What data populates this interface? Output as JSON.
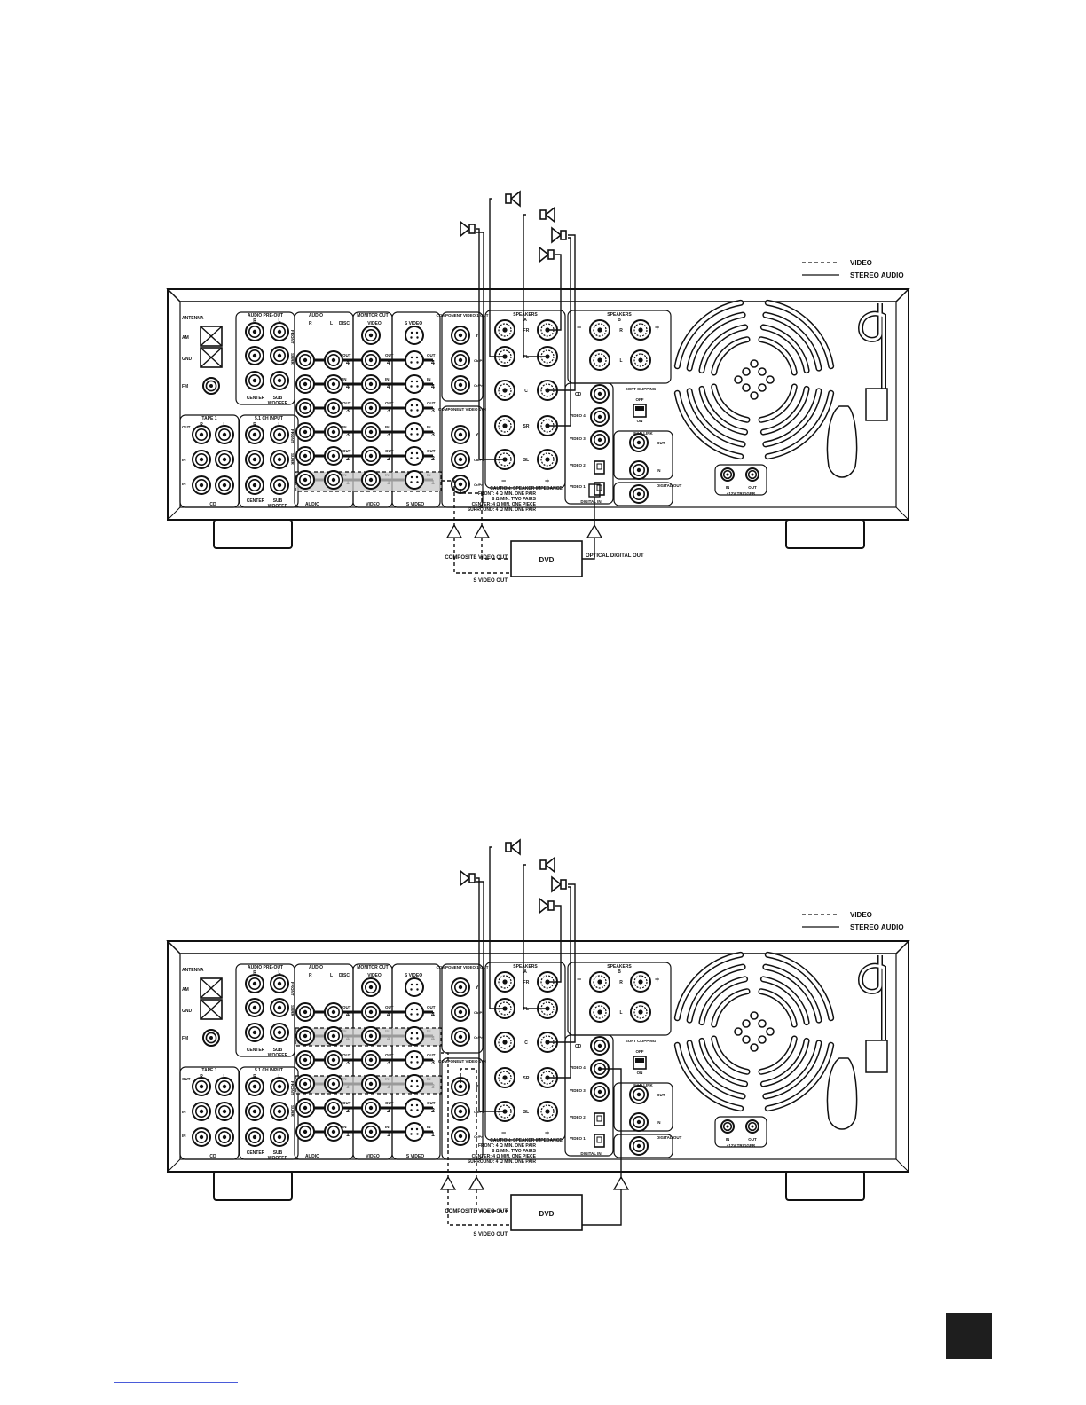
{
  "legend": {
    "video": "VIDEO",
    "stereo_audio": "STEREO AUDIO"
  },
  "panel": {
    "antenna": "ANTENNA",
    "am": "AM",
    "gnd": "GND",
    "fm": "FM",
    "audio_pre_out": "AUDIO  PRE-OUT",
    "r": "R",
    "l": "L",
    "front": "FRONT",
    "surr": "SURR",
    "center": "CENTER",
    "sub": "SUB",
    "woofer": "WOOFER",
    "tape1": "TAPE 1",
    "ch51_input": "5.1 CH INPUT",
    "out": "OUT",
    "in": "IN",
    "cd": "CD",
    "audio": "AUDIO",
    "disc": "DISC",
    "monitor_out": "MONITOR OUT",
    "video": "VIDEO",
    "s_video": "S VIDEO",
    "n4": "4",
    "n3": "3",
    "n2": "2",
    "n1": "1",
    "component_video1_out": "COMPONENT VIDEO 1 OUT",
    "component_video1_in": "COMPONENT VIDEO 1 IN",
    "y": "Y",
    "cbpb": "Cb/Pb",
    "crpr": "Cr/Pr",
    "speakers": "SPEAKERS",
    "a": "A",
    "b": "B",
    "fr": "FR",
    "fl": "FL",
    "c": "C",
    "sr": "SR",
    "sl": "SL",
    "minus": "−",
    "plus": "+",
    "caution1": "CAUTION: SPEAKER IMPEDANCE",
    "caution2": "FRONT: 4 Ω  MIN.  ONE PAIR",
    "caution3": "8 Ω  MIN.  TWO PAIRS",
    "caution4": "CENTER: 4 Ω  MIN.  ONE PIECE",
    "caution5": "SURROUND: 4 Ω  MIN.  ONE PAIR",
    "video4": "VIDEO 4",
    "video3": "VIDEO 3",
    "video2": "VIDEO 2",
    "video1": "VIDEO 1",
    "digital_in": "DIGITAL IN",
    "soft_clipping": "SOFT CLIPPING",
    "off": "OFF",
    "on": "ON",
    "nad_link": "NAD LINK",
    "digital_out": "DIGITAL OUT",
    "trigger": "+12V TRIGGER"
  },
  "diagram1": {
    "composite_video_out": "COMPOSITE VIDEO OUT",
    "s_video_out": "S VIDEO OUT",
    "dvd": "DVD",
    "optical_digital_out": "OPTICAL DIGITAL OUT"
  },
  "diagram2": {
    "composite_video_out": "COMPOSITE VIDEO OUT",
    "s_video_out": "S VIDEO OUT",
    "dvd": "DVD"
  },
  "colors": {
    "ink": "#111111",
    "highlight": "#c8c8c8",
    "badge": "#1e1e1e",
    "link": "#4a5bd9"
  }
}
